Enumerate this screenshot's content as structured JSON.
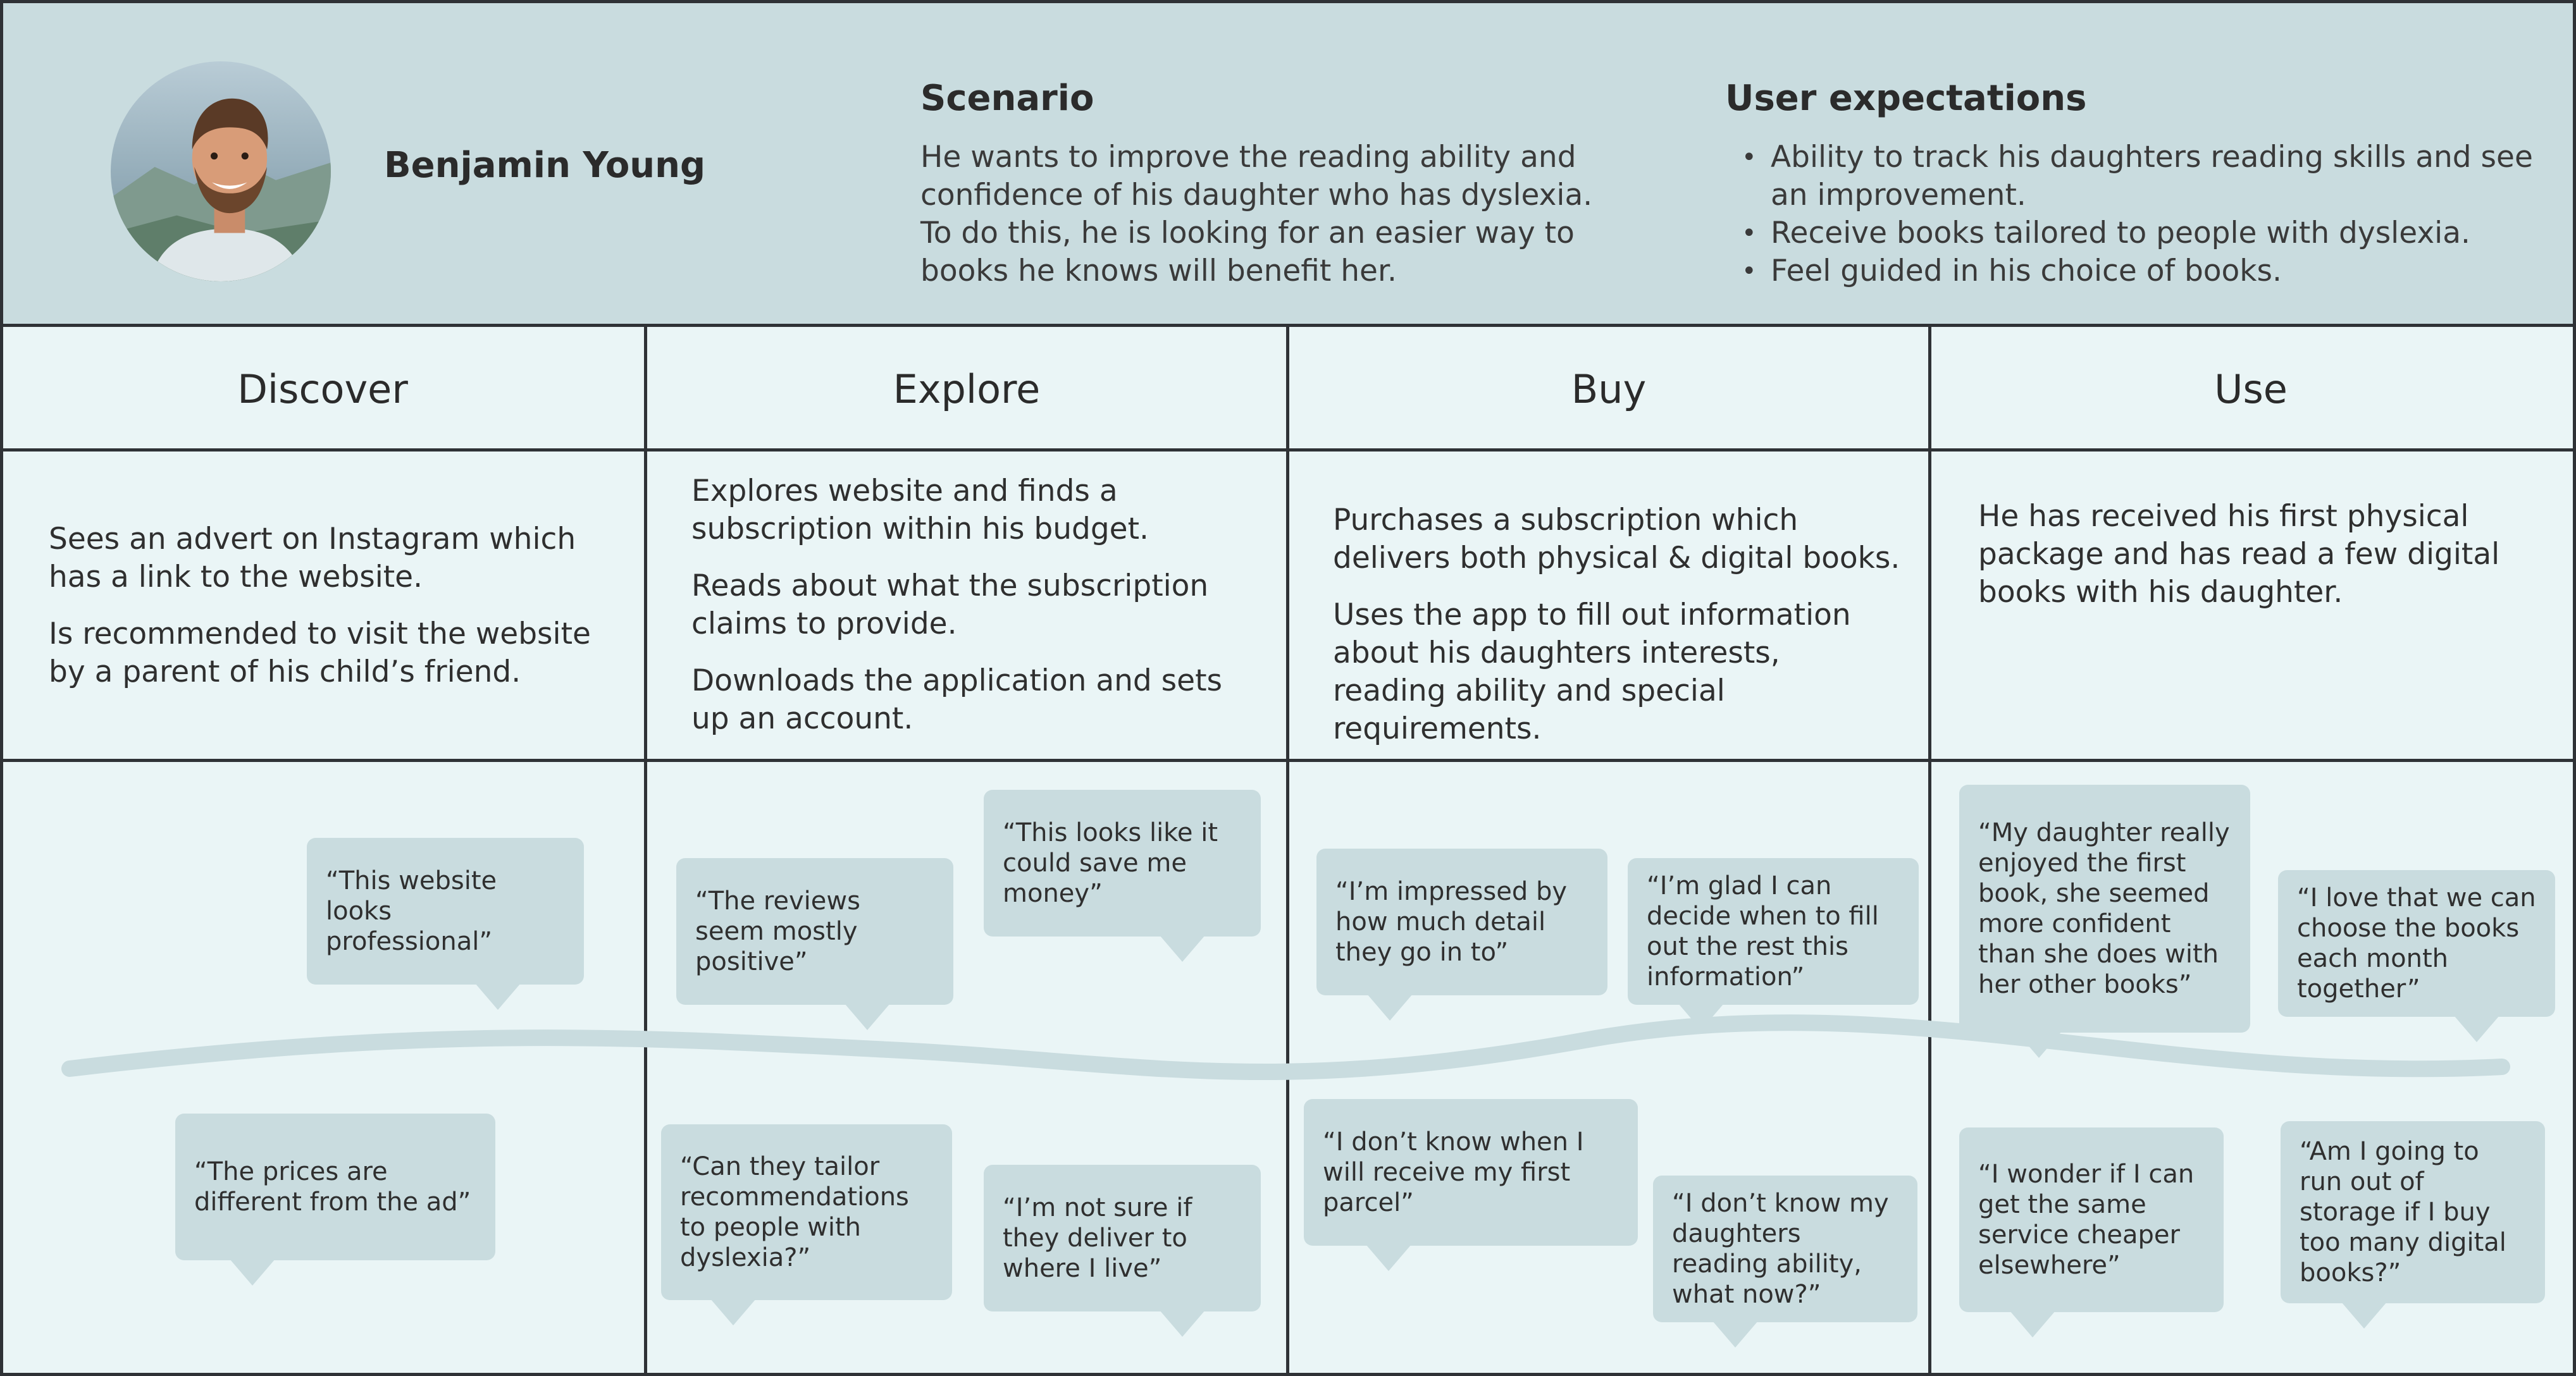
{
  "persona": {
    "name": "Benjamin Young",
    "avatar_icon": "person-portrait-icon"
  },
  "scenario": {
    "title": "Scenario",
    "lines": [
      "He wants to improve the reading ability and",
      "confidence of his daughter who has dyslexia.",
      "To do this, he is looking for an easier way to",
      "books he knows will benefit her."
    ]
  },
  "expectations": {
    "title": "User expectations",
    "items": [
      "Ability to track his daughters reading skills and see an improvement.",
      "Receive books tailored to people with dyslexia.",
      "Feel guided in his choice of books."
    ]
  },
  "stages": [
    {
      "title": "Discover",
      "paragraphs": [
        "Sees an advert on Instagram which has a link to the website.",
        "Is recommended to visit the website by a parent of his child’s friend."
      ]
    },
    {
      "title": "Explore",
      "paragraphs": [
        "Explores website and finds a subscription within his budget.",
        "Reads about what the subscription claims to provide.",
        "Downloads the application and sets up an account."
      ]
    },
    {
      "title": "Buy",
      "paragraphs": [
        "Purchases a subscription which delivers both physical & digital books.",
        "Uses the app to fill out information about his daughters interests, reading ability and special requirements."
      ]
    },
    {
      "title": "Use",
      "paragraphs": [
        "He has received his first physical package and has read a few digital books with his daughter."
      ]
    }
  ],
  "quotes": {
    "discover": [
      "“This website looks professional”",
      "“The prices are different from the ad”"
    ],
    "explore": [
      "“The reviews seem mostly positive”",
      "“This looks like it could save me money”",
      "“Can they tailor recommendations to people with dyslexia?”",
      "“I’m not sure if they deliver to where I live”"
    ],
    "buy": [
      "“I’m impressed by how much detail they go in to”",
      "“I’m glad I can decide when to fill out the rest this information”",
      "“I don’t know when I will receive my first parcel”",
      "“I don’t know my daughters reading ability, what now?”"
    ],
    "use": [
      "“My daughter really enjoyed the first book, she seemed more confident than she does with her other books”",
      "“I love that we can choose the books each month together”",
      "“I wonder if I can get the same service cheaper elsewhere”",
      "“Am I going to run out of storage if I buy too many digital books?”"
    ]
  },
  "colors": {
    "header_bg": "#c9dcdf",
    "board_bg": "#eaf5f6",
    "bubble_bg": "#c9dcdf",
    "line": "#2f3236",
    "curve": "#c9dcdf"
  }
}
